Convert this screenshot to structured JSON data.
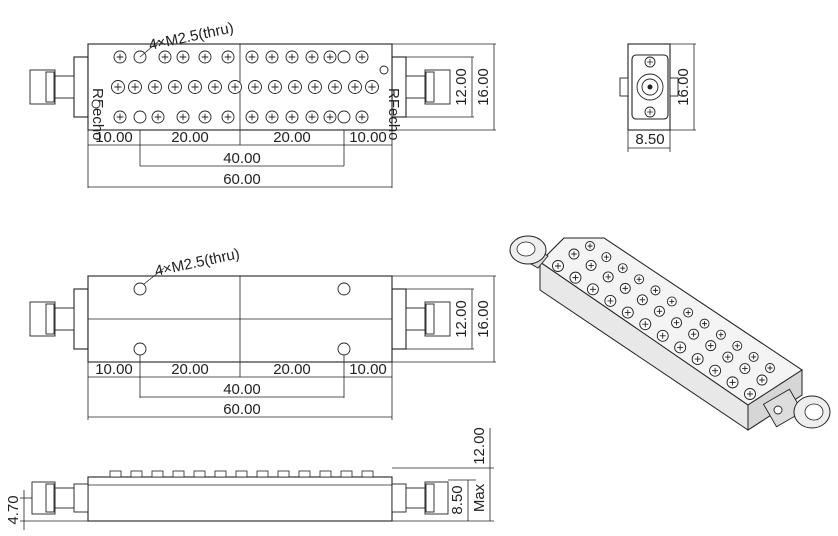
{
  "views": {
    "top": {
      "hole_note": "4×M2.5(thru)",
      "dims": {
        "d1": "10.00",
        "d2": "20.00",
        "d3": "20.00",
        "d4": "10.00",
        "d5": "40.00",
        "d6": "60.00",
        "h1": "12.00",
        "h2": "16.00"
      }
    },
    "end": {
      "dims": {
        "w": "8.50",
        "h": "16.00"
      }
    },
    "bottom": {
      "hole_note": "4×M2.5(thru)",
      "dims": {
        "d1": "10.00",
        "d2": "20.00",
        "d3": "20.00",
        "d4": "10.00",
        "d5": "40.00",
        "d6": "60.00",
        "h1": "12.00",
        "h2": "16.00"
      }
    },
    "side": {
      "dims": {
        "left": "4.70",
        "mid": "8.50",
        "max_val": "12.00",
        "max_label": "Max"
      }
    },
    "brand_label": "RFecho"
  }
}
